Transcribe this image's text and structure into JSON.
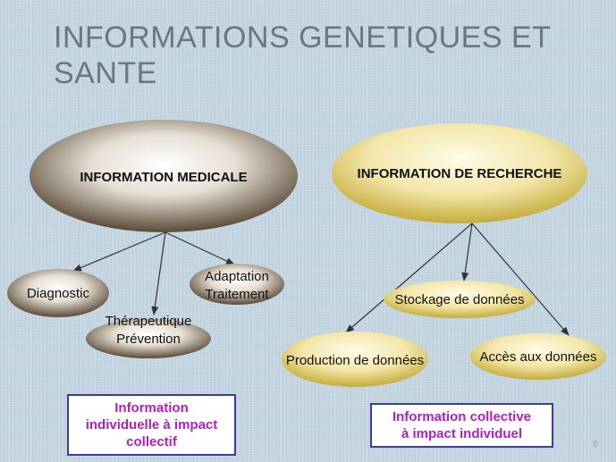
{
  "slide": {
    "title": "INFORMATIONS GENETIQUES ET\nSANTE",
    "page_number": "6"
  },
  "diagram": {
    "medical": {
      "root": "INFORMATION MEDICALE",
      "children": {
        "diagnostic": "Diagnostic",
        "therapeutique_line1": "Thérapeutique",
        "therapeutique_line2": "Prévention",
        "adaptation_line1": "Adaptation",
        "adaptation_line2": "Traitement"
      },
      "box": "Information\nindividuelle à impact\ncollectif"
    },
    "research": {
      "root": "INFORMATION DE RECHERCHE",
      "children": {
        "stockage": "Stockage de données",
        "production": "Production de données",
        "acces": "Accès aux données"
      },
      "box": "Information collective\nà impact individuel"
    }
  },
  "colors": {
    "title": "#6e7485",
    "box_border": "#3a3aa8",
    "box_text": "#b020c0",
    "dark_gradient_center": "#ffffff",
    "dark_gradient_edge": "#5a4a38",
    "gold_gradient_center": "#fffbe8",
    "gold_gradient_edge": "#c4ac3a"
  }
}
